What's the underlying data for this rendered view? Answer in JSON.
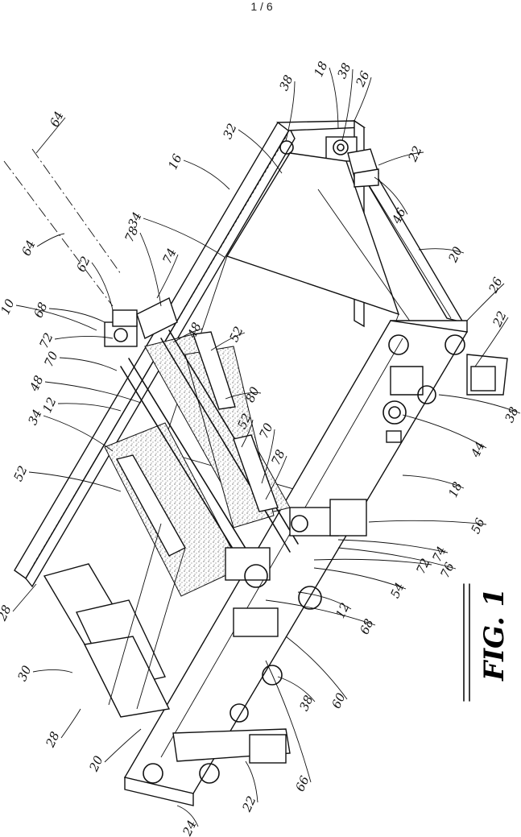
{
  "sheet": {
    "number": "1 / 6"
  },
  "figure": {
    "label": "FIG. 1",
    "reference_numerals": [
      {
        "id": "n10",
        "text": "10"
      },
      {
        "id": "n12a",
        "text": "12"
      },
      {
        "id": "n12b",
        "text": "12"
      },
      {
        "id": "n16",
        "text": "16"
      },
      {
        "id": "n18a",
        "text": "18"
      },
      {
        "id": "n18b",
        "text": "18"
      },
      {
        "id": "n20a",
        "text": "20"
      },
      {
        "id": "n20b",
        "text": "20"
      },
      {
        "id": "n22a",
        "text": "22"
      },
      {
        "id": "n22b",
        "text": "22"
      },
      {
        "id": "n22c",
        "text": "22"
      },
      {
        "id": "n24",
        "text": "24"
      },
      {
        "id": "n26a",
        "text": "26"
      },
      {
        "id": "n26b",
        "text": "26"
      },
      {
        "id": "n28a",
        "text": "28"
      },
      {
        "id": "n28b",
        "text": "28"
      },
      {
        "id": "n30",
        "text": "30"
      },
      {
        "id": "n32",
        "text": "32"
      },
      {
        "id": "n34a",
        "text": "34"
      },
      {
        "id": "n34b",
        "text": "34"
      },
      {
        "id": "n38a",
        "text": "38"
      },
      {
        "id": "n38b",
        "text": "38"
      },
      {
        "id": "n38c",
        "text": "38"
      },
      {
        "id": "n38d",
        "text": "38"
      },
      {
        "id": "n44",
        "text": "44"
      },
      {
        "id": "n46",
        "text": "46"
      },
      {
        "id": "n48a",
        "text": "48"
      },
      {
        "id": "n48b",
        "text": "48"
      },
      {
        "id": "n52a",
        "text": "52"
      },
      {
        "id": "n52b",
        "text": "52"
      },
      {
        "id": "n52c",
        "text": "52"
      },
      {
        "id": "n54",
        "text": "54"
      },
      {
        "id": "n56",
        "text": "56"
      },
      {
        "id": "n60",
        "text": "60"
      },
      {
        "id": "n62",
        "text": "62"
      },
      {
        "id": "n64a",
        "text": "64"
      },
      {
        "id": "n64b",
        "text": "64"
      },
      {
        "id": "n66",
        "text": "66"
      },
      {
        "id": "n68a",
        "text": "68"
      },
      {
        "id": "n68b",
        "text": "68"
      },
      {
        "id": "n70a",
        "text": "70"
      },
      {
        "id": "n70b",
        "text": "70"
      },
      {
        "id": "n72a",
        "text": "72"
      },
      {
        "id": "n72b",
        "text": "72"
      },
      {
        "id": "n74a",
        "text": "74"
      },
      {
        "id": "n74b",
        "text": "74"
      },
      {
        "id": "n76",
        "text": "76"
      },
      {
        "id": "n78a",
        "text": "78"
      },
      {
        "id": "n78b",
        "text": "78"
      },
      {
        "id": "n80",
        "text": "80"
      }
    ]
  }
}
